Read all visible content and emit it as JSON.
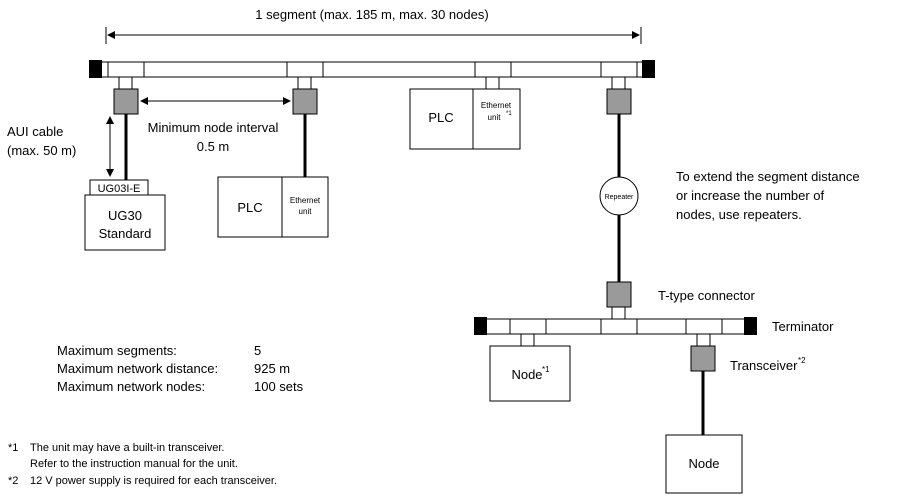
{
  "segment_label": "1 segment (max. 185 m, max. 30 nodes)",
  "aui_cable_label_1": "AUI cable",
  "aui_cable_label_2": "(max. 50 m)",
  "min_interval_label_1": "Minimum node interval",
  "min_interval_label_2": "0.5 m",
  "ug_adapter": "UG03I-E",
  "ug_box_line1": "UG30",
  "ug_box_line2": "Standard",
  "plc_label": "PLC",
  "ethernet_line1": "Ethernet",
  "ethernet_line2": "unit",
  "ethernet_unit_note_mark": "*1",
  "repeater_label": "Repeater",
  "repeater_note_1": "To extend the segment distance",
  "repeater_note_2": "or increase the number of",
  "repeater_note_3": "nodes, use repeaters.",
  "t_connector_label": "T-type connector",
  "terminator_label": "Terminator",
  "transceiver_label": "Transceiver",
  "transceiver_mark": "*2",
  "node_label": "Node",
  "node_mark": "*1",
  "node2_label": "Node",
  "specs": [
    {
      "key": "Maximum segments:",
      "value": "5"
    },
    {
      "key": "Maximum network distance:",
      "value": "925 m"
    },
    {
      "key": "Maximum network nodes:",
      "value": "100 sets"
    }
  ],
  "footnotes": [
    {
      "mark": "*1",
      "line1": "The unit may have a built-in transceiver.",
      "line2": "Refer to the instruction manual for the unit."
    },
    {
      "mark": "*2",
      "line1": "12 V power supply is required for each transceiver.",
      "line2": ""
    }
  ],
  "colors": {
    "transceiver_fill": "#9a9a9a",
    "terminator_fill": "#000000",
    "line": "#000000"
  }
}
